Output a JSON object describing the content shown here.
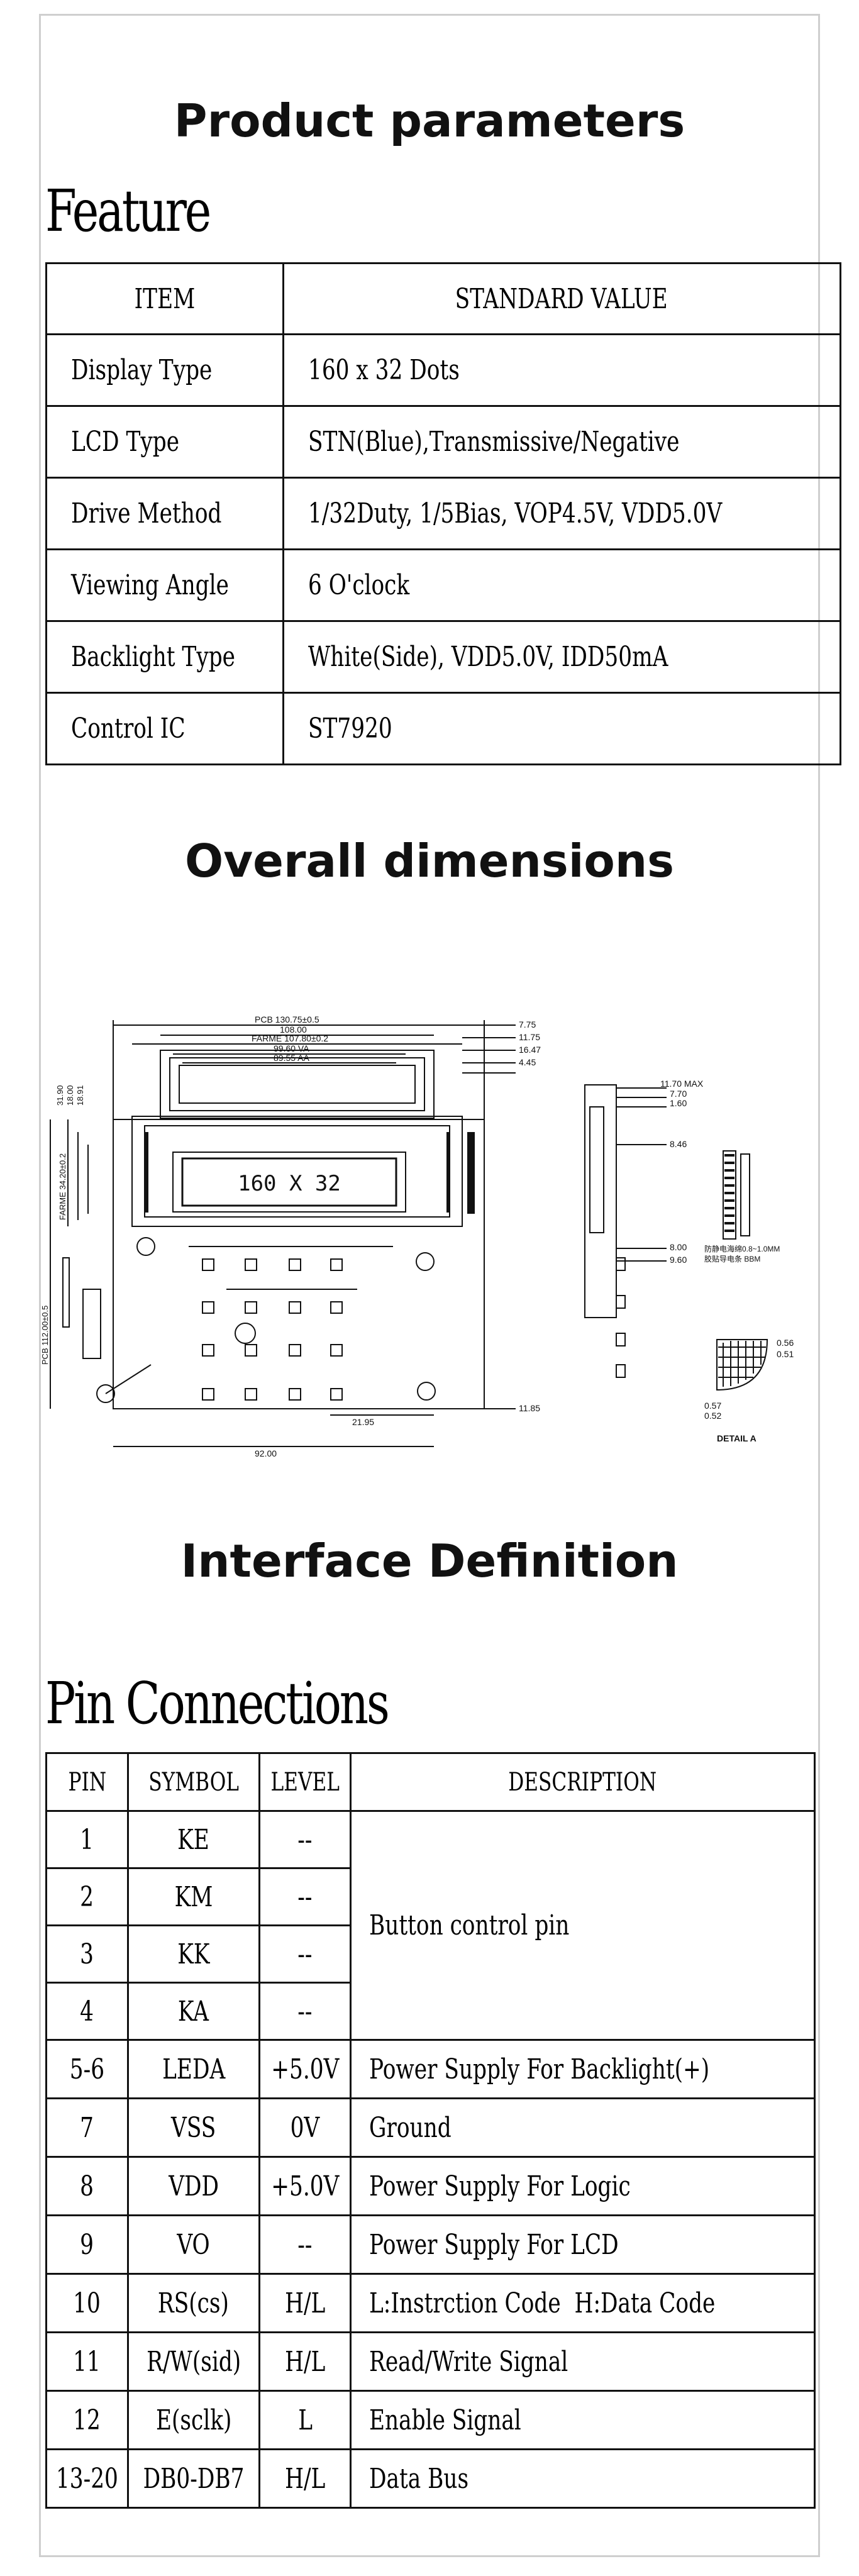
{
  "headings": {
    "product_parameters": "Product parameters",
    "overall_dimensions": "Overall dimensions",
    "interface_definition": "Interface Definition"
  },
  "feature": {
    "title": "Feature",
    "col_item": "ITEM",
    "col_value": "STANDARD VALUE",
    "rows": [
      {
        "item": "Display Type",
        "value": "160 x 32 Dots"
      },
      {
        "item": "LCD Type",
        "value": "STN(Blue),Transmissive/Negative"
      },
      {
        "item": "Drive Method",
        "value": "1/32Duty, 1/5Bias, VOP4.5V, VDD5.0V"
      },
      {
        "item": "Viewing Angle",
        "value": "6 O'clock"
      },
      {
        "item": "Backlight Type",
        "value": "White(Side), VDD5.0V, IDD50mA"
      },
      {
        "item": "Control IC",
        "value": "ST7920"
      }
    ]
  },
  "drawing": {
    "lcd_text": "160 X 32",
    "pcb_width": "PCB 130.75±0.5",
    "frame_width": "FARME 107.80±0.2",
    "dim_108": "108.00",
    "va_width": "99.60 VA",
    "aa_width": "89.55 AA",
    "pcb_height": "PCB 112.00±0.5",
    "frame_height": "FARME 34.20±0.2",
    "dim_92": "92.00",
    "dim_1185": "11.85",
    "dim_2195": "21.95",
    "right_dims": [
      "7.75",
      "11.75",
      "16.47",
      "4.45"
    ],
    "left_dims": [
      "31.90",
      "18.00",
      "18.91"
    ],
    "side_dims": [
      "11.70 MAX",
      "7.70",
      "1.60",
      "8.46",
      "8.00",
      "9.60"
    ],
    "detail_dims": [
      "0.56",
      "0.51",
      "0.57",
      "0.52"
    ],
    "detail_label": "DETAIL A",
    "note_cn_1": "防静电海绵0.8~1.0MM",
    "note_cn_2": "胶贴导电条 BBM"
  },
  "pins": {
    "title": "Pin Connections",
    "col_pin": "PIN",
    "col_symbol": "SYMBOL",
    "col_level": "LEVEL",
    "col_desc": "DESCRIPTION",
    "button_desc": "Button control pin",
    "buttons": [
      {
        "pin": "1",
        "symbol": "KE",
        "level": "--"
      },
      {
        "pin": "2",
        "symbol": "KM",
        "level": "--"
      },
      {
        "pin": "3",
        "symbol": "KK",
        "level": "--"
      },
      {
        "pin": "4",
        "symbol": "KA",
        "level": "--"
      }
    ],
    "rows": [
      {
        "pin": "5-6",
        "symbol": "LEDA",
        "level": "+5.0V",
        "desc": "Power Supply For Backlight(+)"
      },
      {
        "pin": "7",
        "symbol": "VSS",
        "level": "0V",
        "desc": "Ground"
      },
      {
        "pin": "8",
        "symbol": "VDD",
        "level": "+5.0V",
        "desc": "Power Supply For Logic"
      },
      {
        "pin": "9",
        "symbol": "VO",
        "level": "--",
        "desc": "Power Supply For LCD"
      },
      {
        "pin": "10",
        "symbol": "RS(cs)",
        "level": "H/L",
        "desc": "L:Instrction Code  H:Data Code"
      },
      {
        "pin": "11",
        "symbol": "R/W(sid)",
        "level": "H/L",
        "desc": "Read/Write Signal"
      },
      {
        "pin": "12",
        "symbol": "E(sclk)",
        "level": "L",
        "desc": "Enable Signal"
      },
      {
        "pin": "13-20",
        "symbol": "DB0-DB7",
        "level": "H/L",
        "desc": "Data Bus"
      }
    ]
  }
}
